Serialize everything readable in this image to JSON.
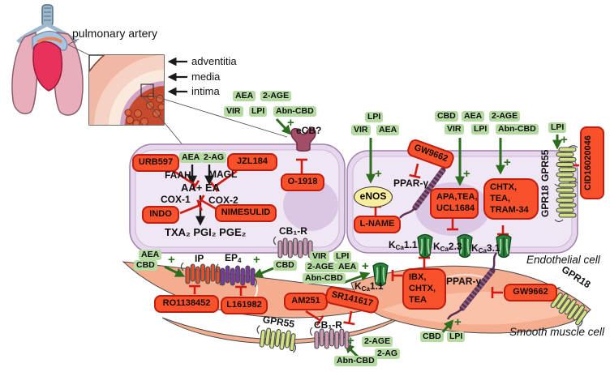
{
  "plus": "+",
  "anatomy": {
    "pulmonary_artery": "pulmonary artery",
    "adventitia": "adventitia",
    "media": "media",
    "intima": "intima"
  },
  "cells": {
    "endothelial": "Endothelial cell",
    "smooth_muscle": "Smooth muscle cell"
  },
  "ligand": {
    "aea": "AEA",
    "ag": "2-AG",
    "age": "2-AGE",
    "vir": "VIR",
    "lpi": "LPI",
    "abn_cbd": "Abn-CBD",
    "cbd": "CBD"
  },
  "left_ec": {
    "urb597": "URB597",
    "jzl184": "JZL184",
    "faah": "FAAH",
    "magl": "MAGL",
    "aa_ea": "AA+ EA",
    "cox1": "COX-1",
    "cox2": "COX-2",
    "indo": "INDO",
    "nimesulid": "NIMESULID",
    "products": "TXA₂ PGI₂ PGE₂",
    "cb1r": "CB₁-R",
    "o1918": "O-1918",
    "ecb": "eCB?"
  },
  "right_ec": {
    "enos": "eNOS",
    "lname": "L-NAME",
    "gw9662": "GW9662",
    "ppar": "PPAR-γ",
    "apa1": "APA,TEA,",
    "apa2": "UCL1684",
    "chtx1": "CHTX,",
    "chtx2": "TEA,",
    "chtx3": "TRAM-34",
    "gpr55": "GPR55",
    "gpr18": "GPR18",
    "cid": "CID16020046"
  },
  "k_channels": {
    "base": "K",
    "sub": "Ca",
    "k11": "1.1",
    "k23": "2.3",
    "k31": "3.1"
  },
  "sm": {
    "ip": "IP",
    "ep": "EP",
    "ep_sub": "4",
    "ro": "RO1138452",
    "l16": "L161982",
    "am251": "AM251",
    "sr": "SR141617",
    "cb1r": "CB₁-R",
    "ibx1": "IBX,",
    "ibx2": "CHTX,",
    "ibx3": "TEA",
    "ppar": "PPAR-γ",
    "gw9662": "GW9662",
    "gpr55": "GPR55",
    "gpr18": "GPR18"
  },
  "colors": {
    "red_box": "#f9512c",
    "red_box_border": "#bf1e0e",
    "green_chip": "#b6dba2",
    "green_arrow": "#2d6e1e",
    "inhibit": "#d41910",
    "ec_fill": "#f0e7f4",
    "ec_membrane": "#e6d7ec",
    "sm_fill": "#f5ad90",
    "channel_green": "#2a7d3a",
    "coil_pink": "#cf9ab5",
    "coil_yellowgreen": "#d3e381",
    "ip_orange": "#e4512e",
    "ep_purple": "#7a3aa0",
    "ecb_maroon": "#a34e69",
    "enos_yellow": "#f9ee9d",
    "ppar_coil": "#5d3154"
  }
}
